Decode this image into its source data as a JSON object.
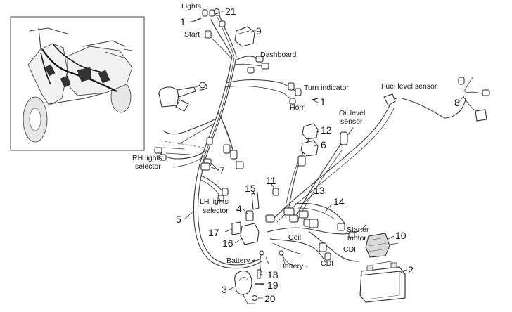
{
  "labels": {
    "lights": "Lights",
    "start": "Start",
    "dashboard": "Dashboard",
    "turn_indicator": "Turn indicator",
    "horn": "Horn",
    "fuel_level_sensor": "Fuel level sensor",
    "oil_level_sensor_line1": "Oil level",
    "oil_level_sensor_line2": "sensor",
    "rh_lights_selector_line1": "RH lights",
    "rh_lights_selector_line2": "selector",
    "lh_lights_selector_line1": "LH lights",
    "lh_lights_selector_line2": "selector",
    "coil": "Coil",
    "starter_motor_line1": "Starter",
    "starter_motor_line2": "motor",
    "cdi_upper": "CDI",
    "cdi_lower": "CDI",
    "battery_plus": "Battery +",
    "battery_minus": "Battery -"
  },
  "part_numbers": {
    "n1_top": "1",
    "n1_right": "1",
    "n2": "2",
    "n3": "3",
    "n4": "4",
    "n5": "5",
    "n6": "6",
    "n7": "7",
    "n8": "8",
    "n9": "9",
    "n10": "10",
    "n11": "11",
    "n12": "12",
    "n13": "13",
    "n14": "14",
    "n15": "15",
    "n16": "16",
    "n17": "17",
    "n18": "18",
    "n19": "19",
    "n20": "20",
    "n21": "21"
  }
}
